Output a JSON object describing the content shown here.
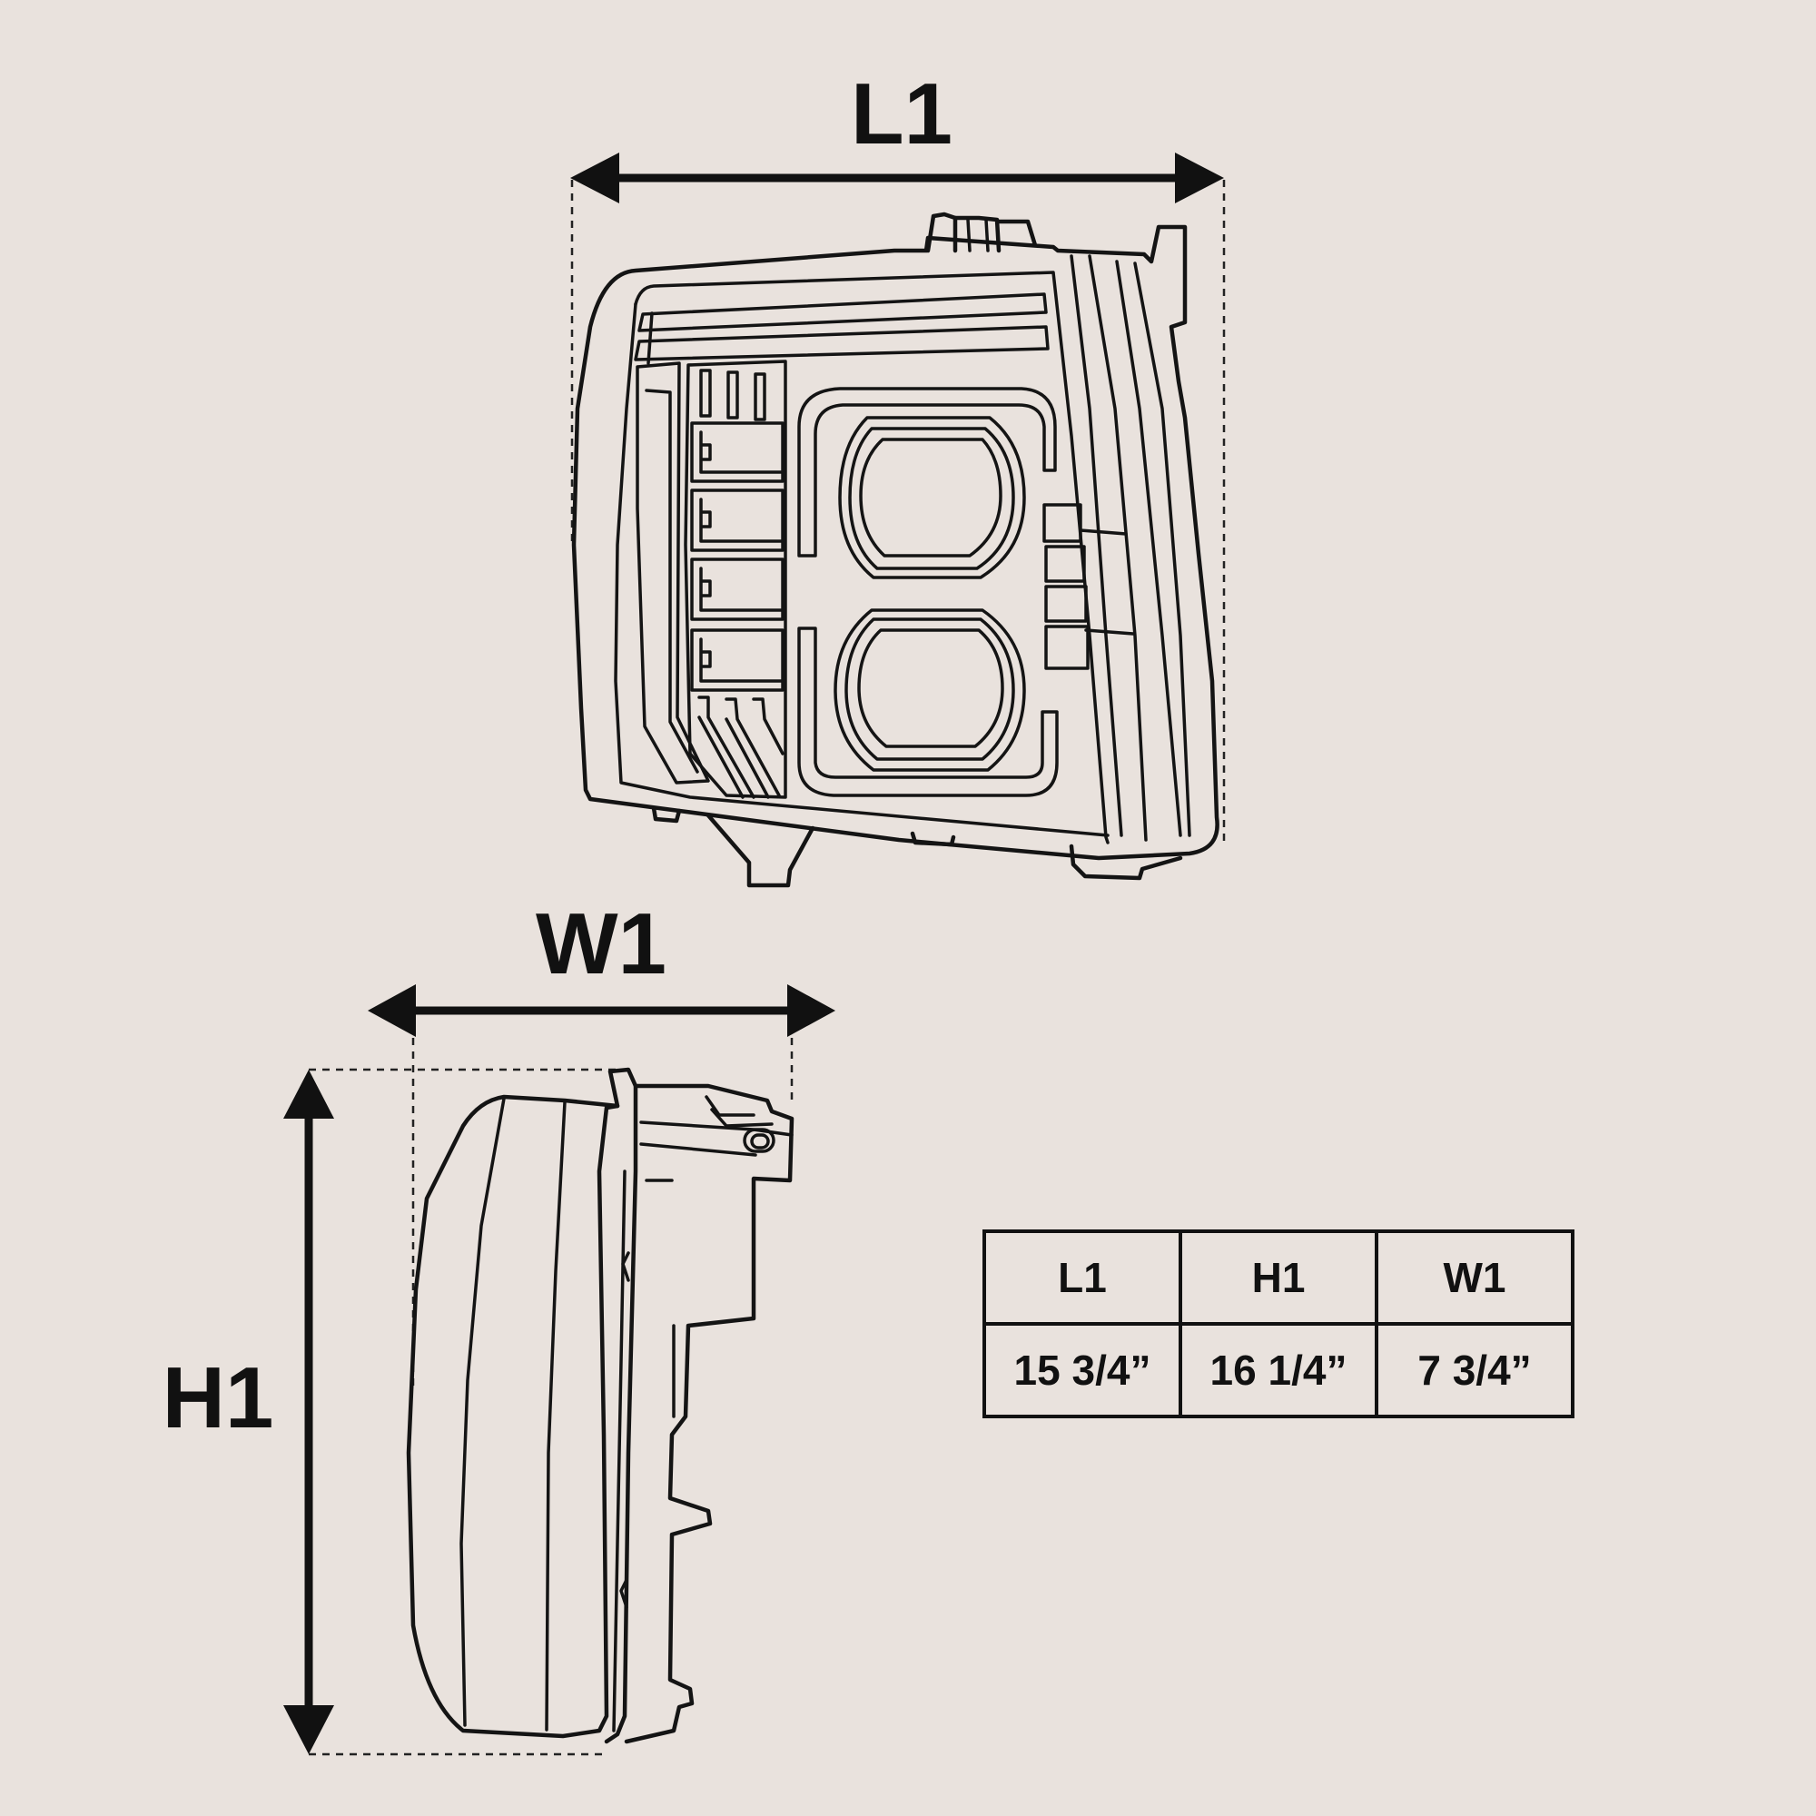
{
  "dimension_labels": {
    "length": "L1",
    "width": "W1",
    "height": "H1"
  },
  "spec_table": {
    "headers": [
      "L1",
      "H1",
      "W1"
    ],
    "values": [
      "15 3/4”",
      "16 1/4”",
      "7 3/4”"
    ]
  },
  "colors": {
    "background": "#e9e2dd",
    "ink": "#111111"
  }
}
